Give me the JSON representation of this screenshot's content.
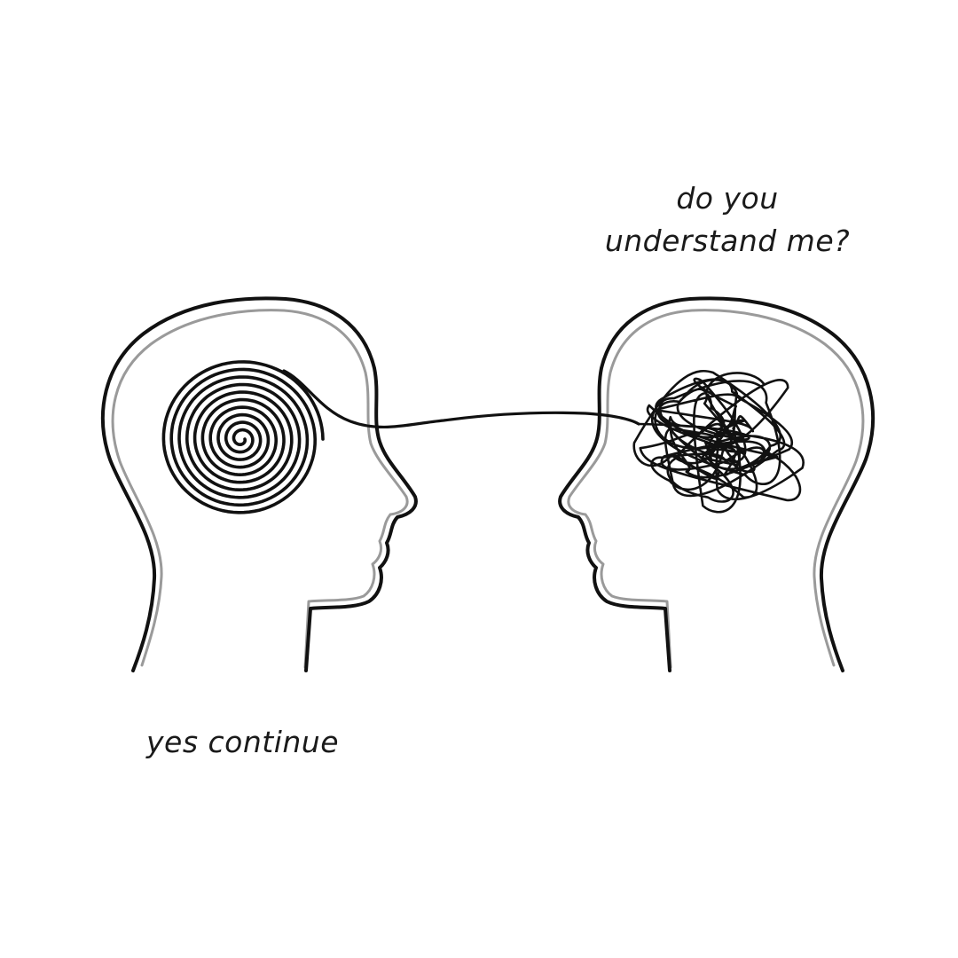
{
  "speech": {
    "question_line1": "do you",
    "question_line2": "understand me?",
    "answer": "yes continue"
  }
}
